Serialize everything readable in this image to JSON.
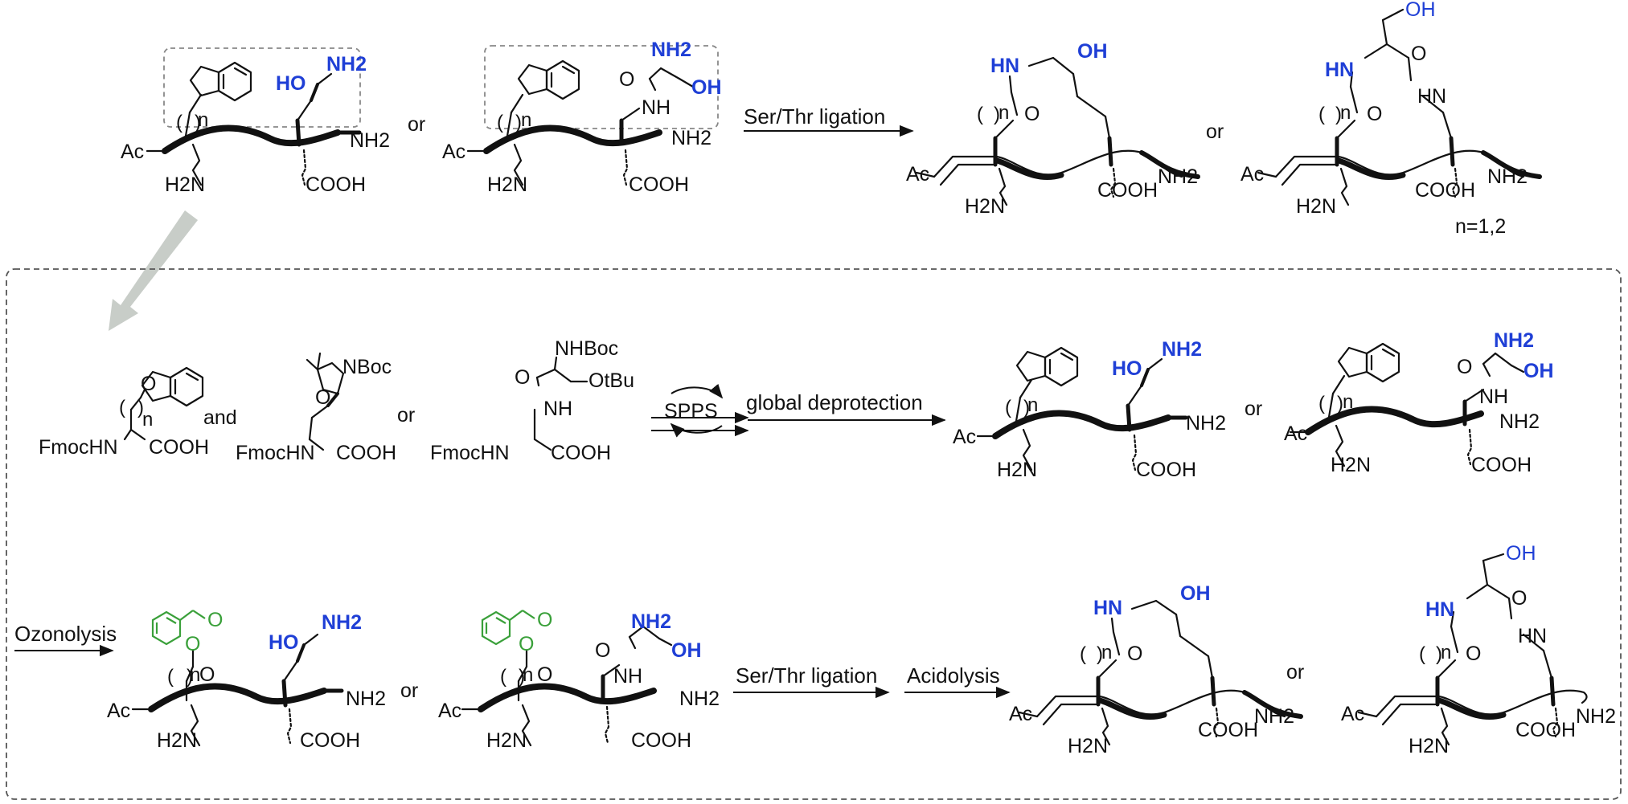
{
  "labels": {
    "ac": "Ac",
    "h2n": "H2N",
    "nh2": "NH2",
    "cooh": "COOH",
    "oh": "OH",
    "ho": "HO",
    "hn": "HN",
    "nh": "NH",
    "o": "O",
    "n": "n",
    "or": "or",
    "and": "and",
    "fmochn": "FmocHN",
    "nboc": "NBoc",
    "nhboc": "NHBoc",
    "otbu": "OtBu",
    "n_equals": "n=1,2"
  },
  "arrows": {
    "ser_thr_ligation": "Ser/Thr ligation",
    "spps": "SPPS",
    "global_deprotection": "global deprotection",
    "ozonolysis": "Ozonolysis",
    "acidolysis": "Acidolysis"
  },
  "colors": {
    "highlight_blue": "#1f3fd6",
    "aldehyde_green": "#3aa03a",
    "arrow_gray": "#c8cdc8",
    "box_dash": "#555555"
  }
}
